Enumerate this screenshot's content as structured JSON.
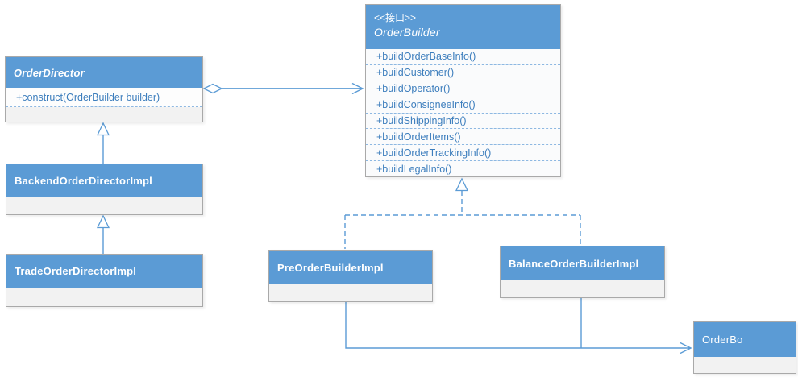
{
  "diagram": {
    "classes": {
      "order_builder": {
        "stereotype": "<<接口>>",
        "name": "OrderBuilder",
        "methods": [
          "+buildOrderBaseInfo()",
          "+buildCustomer()",
          "+buildOperator()",
          "+buildConsigneeInfo()",
          "+buildShippingInfo()",
          "+buildOrderItems()",
          "+buildOrderTrackingInfo()",
          "+buildLegalInfo()"
        ]
      },
      "order_director": {
        "name": "OrderDirector",
        "methods": [
          "+construct(OrderBuilder builder)"
        ]
      },
      "backend_order_director_impl": {
        "name": "BackendOrderDirectorImpl"
      },
      "trade_order_director_impl": {
        "name": "TradeOrderDirectorImpl"
      },
      "pre_order_builder_impl": {
        "name": "PreOrderBuilderImpl"
      },
      "balance_order_builder_impl": {
        "name": "BalanceOrderBuilderImpl"
      },
      "order_bo": {
        "name": "OrderBo"
      }
    },
    "relationships": [
      {
        "type": "generalization",
        "from": "BackendOrderDirectorImpl",
        "to": "OrderDirector"
      },
      {
        "type": "generalization",
        "from": "TradeOrderDirectorImpl",
        "to": "BackendOrderDirectorImpl"
      },
      {
        "type": "aggregation",
        "from": "OrderDirector",
        "to": "OrderBuilder"
      },
      {
        "type": "realization",
        "from": "PreOrderBuilderImpl",
        "to": "OrderBuilder"
      },
      {
        "type": "realization",
        "from": "BalanceOrderBuilderImpl",
        "to": "OrderBuilder"
      },
      {
        "type": "association",
        "from": "PreOrderBuilderImpl",
        "to": "OrderBo"
      },
      {
        "type": "association",
        "from": "BalanceOrderBuilderImpl",
        "to": "OrderBo"
      }
    ],
    "colors": {
      "header_fill": "#5b9bd5",
      "header_text": "#ffffff",
      "method_text": "#3d7ebd",
      "connector": "#5b9bd5",
      "dashed_separator": "#8db8e2",
      "empty_compartment_fill": "#f2f2f2",
      "methods_fill": "#fafbfc",
      "box_border": "#a9a9a9",
      "canvas_background": "#ffffff"
    }
  }
}
